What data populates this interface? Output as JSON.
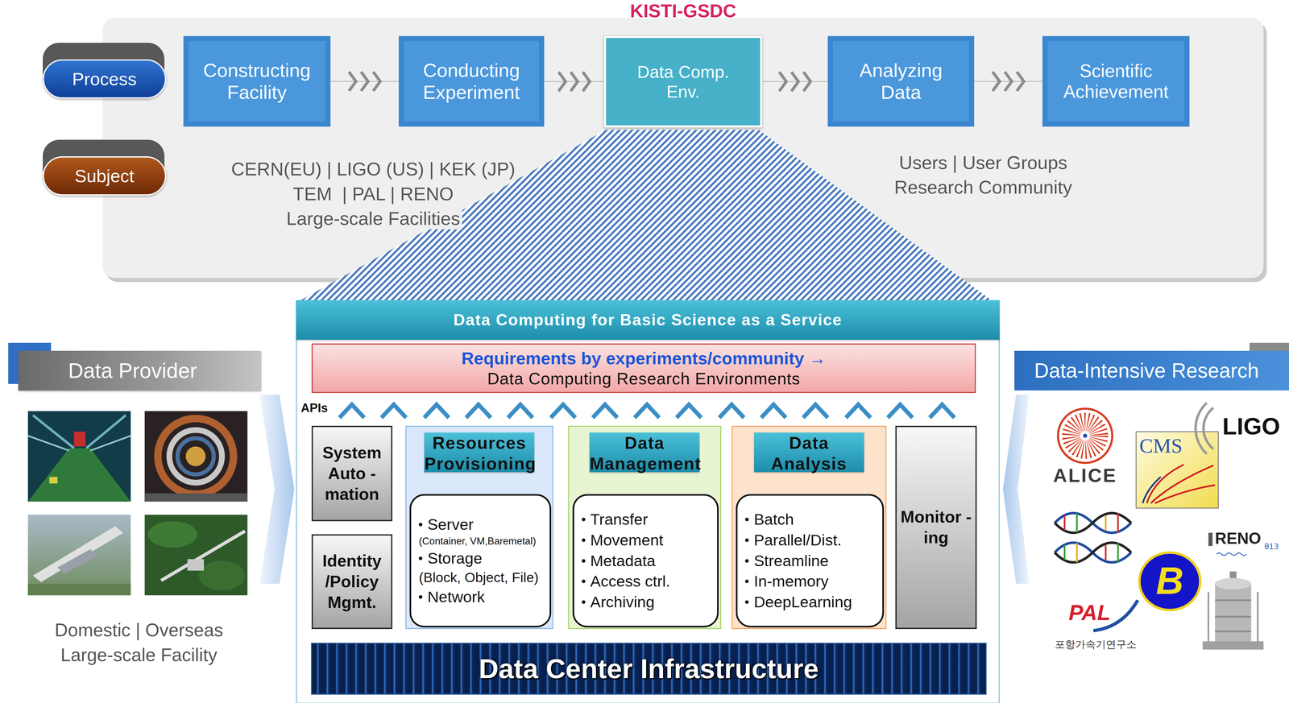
{
  "diagram": {
    "nodes": [
      {
        "text": [
          "Process"
        ]
      },
      {
        "text": [
          "Constructing Facility"
        ]
      },
      {
        "text": [
          "Conducting Experiment"
        ]
      },
      {
        "text": [
          "KISTI-GSDC",
          "Data Comp. Env."
        ]
      },
      {
        "text": [
          "Analyzing Data"
        ]
      },
      {
        "text": [
          "Scientific Achievement"
        ]
      },
      {
        "text": [
          "Subject"
        ]
      },
      {
        "text": [
          "Data Computing for Basic Science as a Service"
        ]
      },
      {
        "text": [
          "Requirements by experiments/community →",
          "Data Computing Research Environments"
        ],
        "in": 7
      },
      {
        "text": [
          "System Auto -mation"
        ],
        "in": 7
      },
      {
        "text": [
          "Identity /Policy Mgmt."
        ],
        "in": 7
      },
      {
        "text": [
          "Resources Provisioning"
        ],
        "in": 7
      },
      {
        "text": [
          "Server",
          "(Container, VM,Baremetal)",
          "Storage",
          "(Block, Object, File)",
          "Network"
        ],
        "in": 11
      },
      {
        "text": [
          "Data Management"
        ],
        "in": 7
      },
      {
        "text": [
          "Transfer",
          "Movement",
          "Metadata",
          "Access ctrl.",
          "Archiving"
        ],
        "in": 13
      },
      {
        "text": [
          "Data Analysis"
        ],
        "in": 7
      },
      {
        "text": [
          "Batch",
          "Parallel/Dist.",
          "Streamline",
          "In-memory",
          "DeepLearning"
        ],
        "in": 15
      },
      {
        "text": [
          "Monitor -ing"
        ],
        "in": 7
      },
      {
        "text": [
          "Data Center Infrastructure"
        ],
        "in": 7
      },
      {
        "text": [
          "Data Provider"
        ]
      },
      {
        "text": [
          "Data-Intensive Research"
        ]
      }
    ],
    "edges": [
      {
        "from": 1,
        "to": 2,
        "arrow": "to"
      },
      {
        "from": 2,
        "to": 3,
        "arrow": "to"
      },
      {
        "from": 3,
        "to": 4,
        "arrow": "to"
      },
      {
        "from": 4,
        "to": 5,
        "arrow": "to"
      }
    ],
    "labels": [
      "CERN(EU) | LIGO (US) | KEK (JP)",
      "TEM  | PAL | RENO",
      "Large-scale Facilities",
      "Users | User Groups",
      "Research Community",
      "APIs",
      "Domestic | Overseas",
      "Large-scale Facility",
      "ALICE",
      "CMS",
      "LIGO",
      "RENO",
      "θ13",
      "B",
      "PAL",
      "포항가속기연구소"
    ]
  }
}
